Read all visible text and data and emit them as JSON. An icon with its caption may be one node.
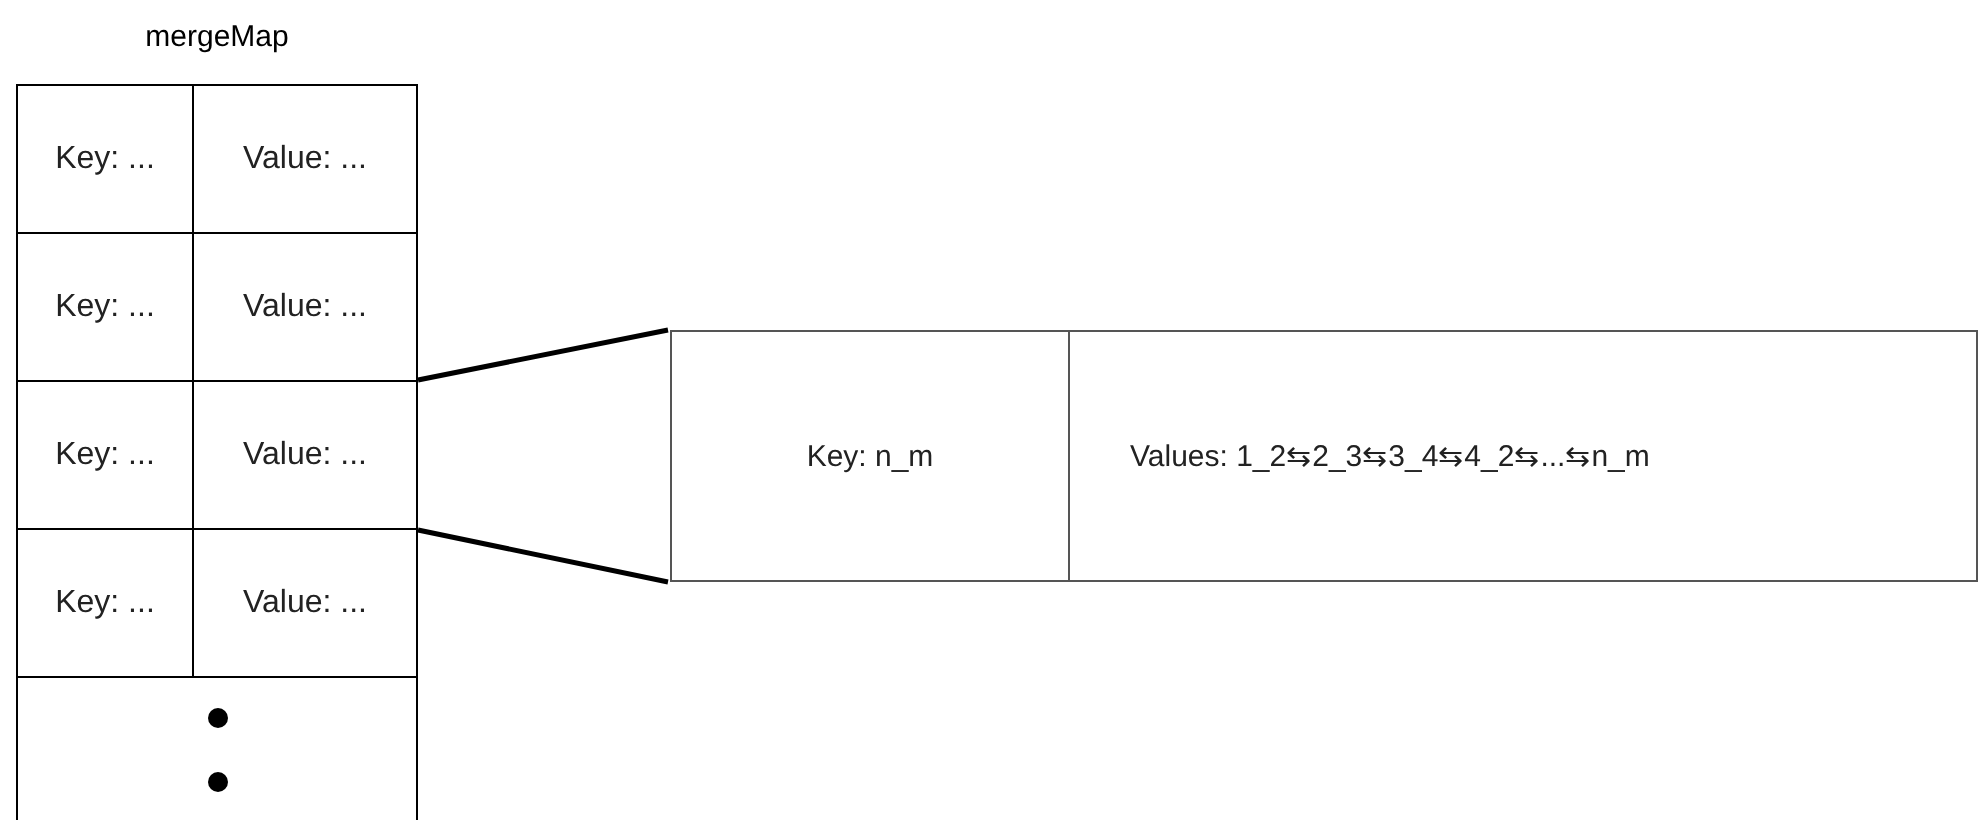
{
  "diagram": {
    "nodes": [
      {
        "text": [
          "mergeMap"
        ]
      },
      {
        "text": [
          "Key: ..."
        ],
        "in": 0
      },
      {
        "text": [
          "Value: ..."
        ],
        "in": 0
      },
      {
        "text": [
          "Key: ..."
        ],
        "in": 0
      },
      {
        "text": [
          "Value: ..."
        ],
        "in": 0
      },
      {
        "text": [
          "Key: ..."
        ],
        "in": 0
      },
      {
        "text": [
          "Value: ..."
        ],
        "in": 0
      },
      {
        "text": [
          "Key: ..."
        ],
        "in": 0
      },
      {
        "text": [
          "Value: ..."
        ],
        "in": 0
      },
      {
        "text": [],
        "shape": "box",
        "in": 0
      },
      {
        "text": [],
        "shape": "box"
      },
      {
        "text": [
          "Key: n_m"
        ],
        "in": 10
      },
      {
        "text": [
          "Values: 1_2⇆2_3⇆3_4⇆4_2⇆...⇆n_m"
        ],
        "in": 10
      }
    ],
    "edges": [
      {
        "from": 6,
        "to": 10,
        "arrow": "none"
      },
      {
        "from": 6,
        "to": 10,
        "arrow": "none"
      }
    ]
  }
}
